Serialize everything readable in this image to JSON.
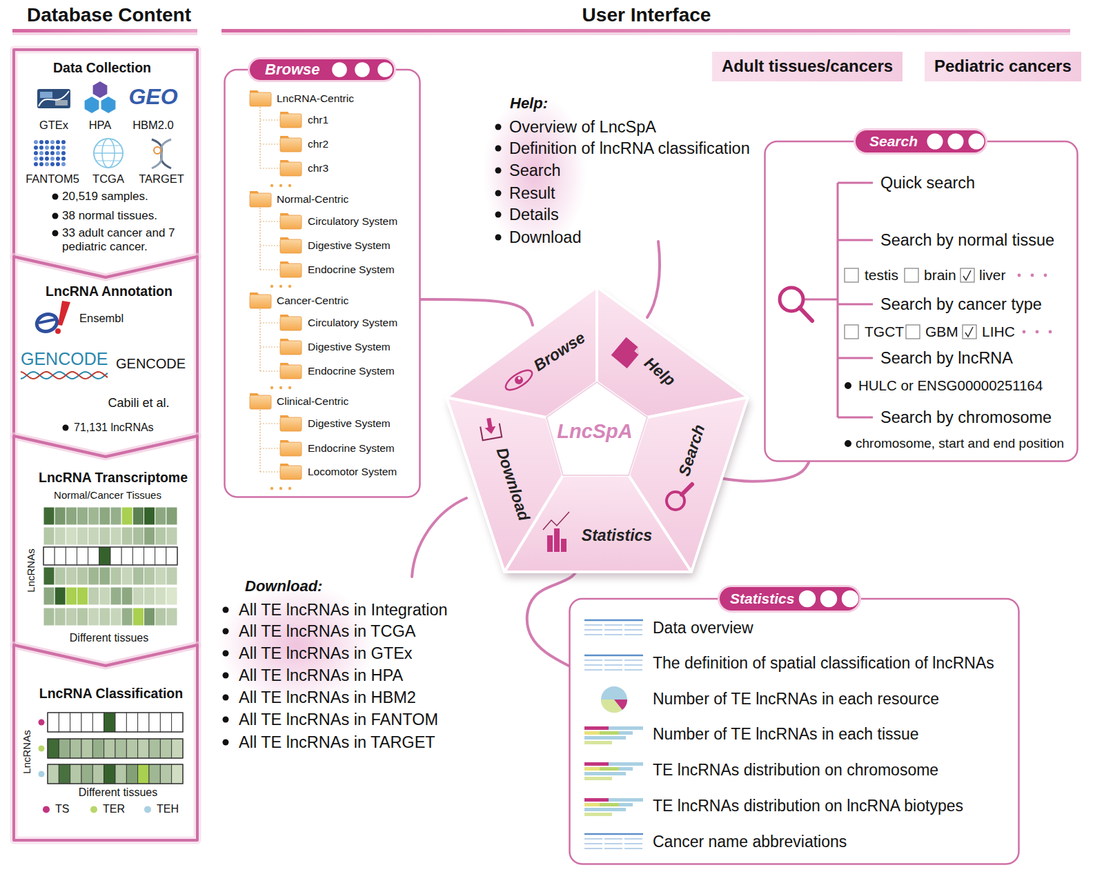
{
  "diagram": {
    "nodes": [
      {
        "text": [
          "Data Collection",
          "GTEx",
          "HPA",
          "GEO",
          "HBM2.0",
          "FANTOM5",
          "TCGA",
          "TARGET",
          "20,519 samples.",
          "38 normal tissues.",
          "33 adult cancer and 7 pediatric cancer."
        ]
      },
      {
        "text": [
          "LncRNA Annotation",
          "Ensembl",
          "GENCODE",
          "GENCODE",
          "Cabili et al.",
          "71,131 lncRNAs"
        ]
      },
      {
        "text": [
          "LncRNA Transcriptome",
          "Normal/Cancer Tissues",
          "LncRNAs",
          "Different tissues"
        ]
      },
      {
        "text": [
          "LncRNA Classification",
          "LncRNAs",
          "Different tissues"
        ]
      },
      {
        "text": [
          "Browse",
          "LncRNA-Centric",
          "chr1",
          "chr2",
          "chr3",
          "Normal-Centric",
          "Circulatory System",
          "Digestive System",
          "Endocrine System",
          "Cancer-Centric",
          "Circulatory System",
          "Digestive System",
          "Endocrine System",
          "Clinical-Centric",
          "Digestive System",
          "Endocrine System",
          "Locomotor System"
        ]
      },
      {
        "text": [
          "Adult tissues/cancers"
        ]
      },
      {
        "text": [
          "Pediatric cancers"
        ]
      },
      {
        "text": [
          "Search",
          "Quick search",
          "Search by normal tissue",
          "testis",
          "brain",
          "liver",
          "Search by cancer type",
          "TGCT",
          "GBM",
          "LIHC",
          "Search by lncRNA",
          "HULC or ENSG00000251164",
          "Search by chromosome",
          "chromosome, start and end position"
        ]
      },
      {
        "text": [
          "LncSpA"
        ]
      },
      {
        "text": [
          "Browse"
        ],
        "in": 8
      },
      {
        "text": [
          "Help"
        ],
        "in": 8
      },
      {
        "text": [
          "Search"
        ],
        "in": 8
      },
      {
        "text": [
          "Statistics"
        ],
        "in": 8
      },
      {
        "text": [
          "Download"
        ],
        "in": 8
      },
      {
        "text": [
          "Statistics",
          "Data overview",
          "The definition of spatial classification of lncRNAs",
          "Number of TE lncRNAs in each resource",
          "Number of TE lncRNAs in each tissue",
          "TE lncRNAs distribution on chromosome",
          "TE lncRNAs distribution on lncRNA biotypes",
          "Cancer name abbreviations"
        ]
      }
    ],
    "edges": [
      {
        "from": 9,
        "to": 4,
        "arrow": "none"
      },
      {
        "from": 11,
        "to": 7,
        "arrow": "none"
      },
      {
        "from": 12,
        "to": 14,
        "arrow": "none"
      }
    ],
    "labels": [
      "Database Content",
      "User Interface",
      "Help:",
      "Overview of LncSpA",
      "Definition of lncRNA classification",
      "Search",
      "Result",
      "Details",
      "Download",
      "Download:",
      "All TE lncRNAs in Integration",
      "All TE lncRNAs in TCGA",
      "All TE lncRNAs in GTEx",
      "All TE lncRNAs in HPA",
      "All TE lncRNAs in HBM2",
      "All TE lncRNAs in FANTOM",
      "All TE lncRNAs in TARGET"
    ],
    "legend": [
      {
        "text": "TS",
        "color": "#c2357f"
      },
      {
        "text": "TER",
        "color": "#b8d66c"
      },
      {
        "text": "TEH",
        "color": "#a9d0e3"
      }
    ]
  }
}
